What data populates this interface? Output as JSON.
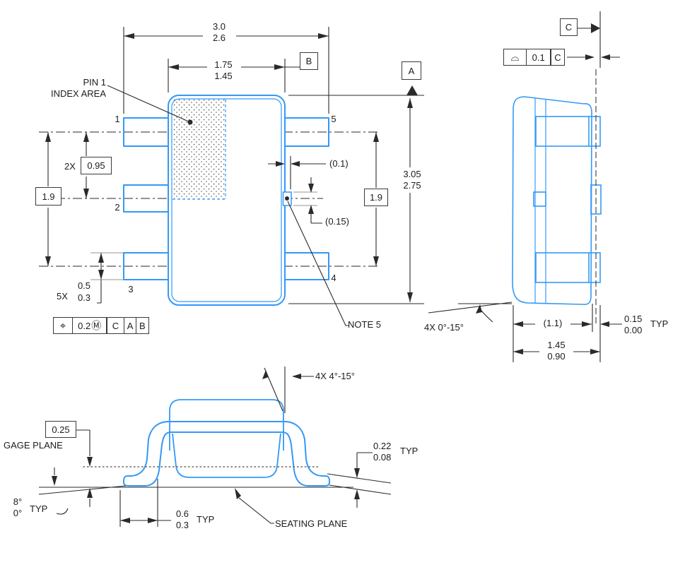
{
  "colors": {
    "outline_blue": "#3399f6",
    "ink": "#2a2a2a",
    "gray": "#969696"
  },
  "top_view": {
    "pin1_index_line1": "PIN 1",
    "pin1_index_line2": "INDEX AREA",
    "pins": {
      "p1": "1",
      "p2": "2",
      "p3": "3",
      "p4": "4",
      "p5": "5"
    },
    "note5": "NOTE 5",
    "dim_width": {
      "max": "3.0",
      "min": "2.6"
    },
    "dim_lead_span": {
      "max": "1.75",
      "min": "1.45"
    },
    "dim_pitch": {
      "qty": "2X",
      "value": "0.95"
    },
    "dim_span_left": "1.9",
    "dim_span_right": "1.9",
    "dim_height": {
      "max": "3.05",
      "min": "2.75"
    },
    "dim_lead_width": {
      "qty": "5X",
      "max": "0.5",
      "min": "0.3"
    },
    "dim_body_clearance": "(0.1)",
    "dim_feature": "(0.15)",
    "datum_a": "A",
    "datum_b": "B",
    "fcf_position": {
      "symbol": "⌖",
      "tolerance": "0.2",
      "modifier": "Ⓜ",
      "datum1": "C",
      "datum2": "A",
      "datum3": "B"
    }
  },
  "side_view": {
    "datum_c": "C",
    "fcf_profile": {
      "symbol": "⌓",
      "tolerance": "0.1",
      "datum": "C"
    },
    "dim_draft_angle": "4X 0°-15°",
    "dim_body_foot": "(1.1)",
    "dim_tip_max": "0.15",
    "dim_tip_min": "0.00",
    "dim_tip_suffix": "TYP",
    "dim_foot_span": {
      "max": "1.45",
      "min": "0.90"
    }
  },
  "front_view": {
    "dim_lead_angle": "4X 4°-15°",
    "dim_gage_offset": "0.25",
    "gage_plane": "GAGE PLANE",
    "seating_plane": "SEATING PLANE",
    "dim_foot_angle_max": "8°",
    "dim_foot_angle_min": "0°",
    "dim_foot_angle_suffix": "TYP",
    "dim_foot_len_max": "0.6",
    "dim_foot_len_min": "0.3",
    "dim_foot_len_suffix": "TYP",
    "dim_thickness_max": "0.22",
    "dim_thickness_min": "0.08",
    "dim_thickness_suffix": "TYP"
  }
}
